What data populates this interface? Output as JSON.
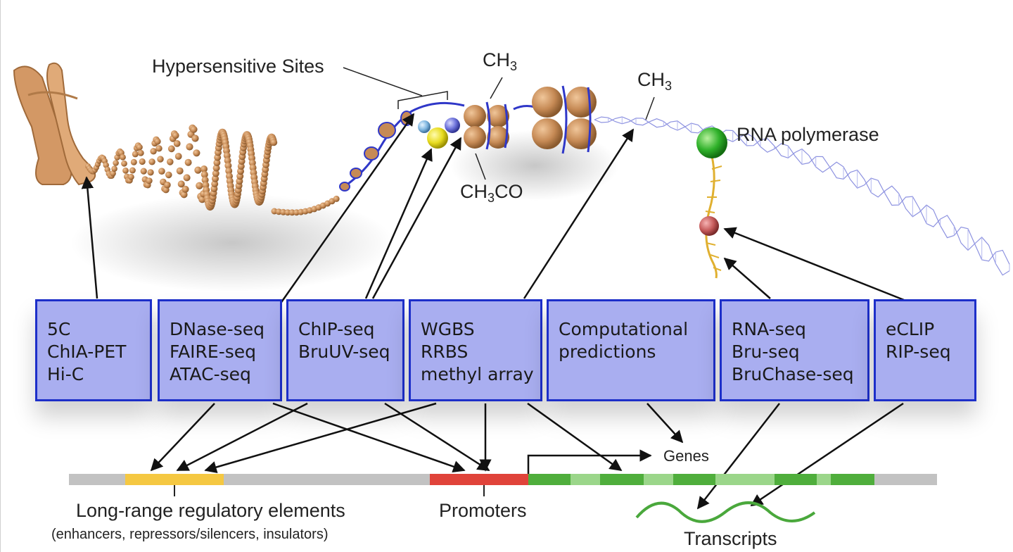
{
  "labels": {
    "hypersensitive_sites": "Hypersensitive Sites",
    "methyl_top_1": {
      "base": "CH",
      "sub": "3"
    },
    "methyl_top_2": {
      "base": "CH",
      "sub": "3"
    },
    "acetyl": {
      "base1": "CH",
      "sub": "3",
      "base2": "CO"
    },
    "rna_polymerase": "RNA polymerase",
    "genes": "Genes",
    "long_range": "Long-range regulatory elements",
    "long_range_sub": "(enhancers, repressors/silencers, insulators)",
    "promoters": "Promoters",
    "transcripts": "Transcripts"
  },
  "assay_boxes": [
    {
      "lines": [
        "5C",
        "ChIA-PET",
        "Hi-C"
      ]
    },
    {
      "lines": [
        "DNase-seq",
        "FAIRE-seq",
        "ATAC-seq"
      ]
    },
    {
      "lines": [
        "ChIP-seq",
        "BruUV-seq",
        ""
      ]
    },
    {
      "lines": [
        "WGBS",
        "RRBS",
        "methyl array"
      ]
    },
    {
      "lines": [
        "Computational",
        "predictions",
        ""
      ]
    },
    {
      "lines": [
        "RNA-seq",
        "Bru-seq",
        "BruChase-seq"
      ]
    },
    {
      "lines": [
        "eCLIP",
        "RIP-seq",
        ""
      ]
    }
  ],
  "colors": {
    "box_fill": "#a9aef0",
    "box_border": "#1d2fc9",
    "chromatin": "#c68a55",
    "dna_blue": "#2f37c8",
    "regulatory": "#f5c842",
    "promoter": "#e0433a",
    "gene_dark": "#4fae3c",
    "gene_light": "#9bd68a",
    "genome_gray": "#c2c2c2",
    "transcript": "#4aa83c",
    "polymerase": "#2fb12a"
  }
}
